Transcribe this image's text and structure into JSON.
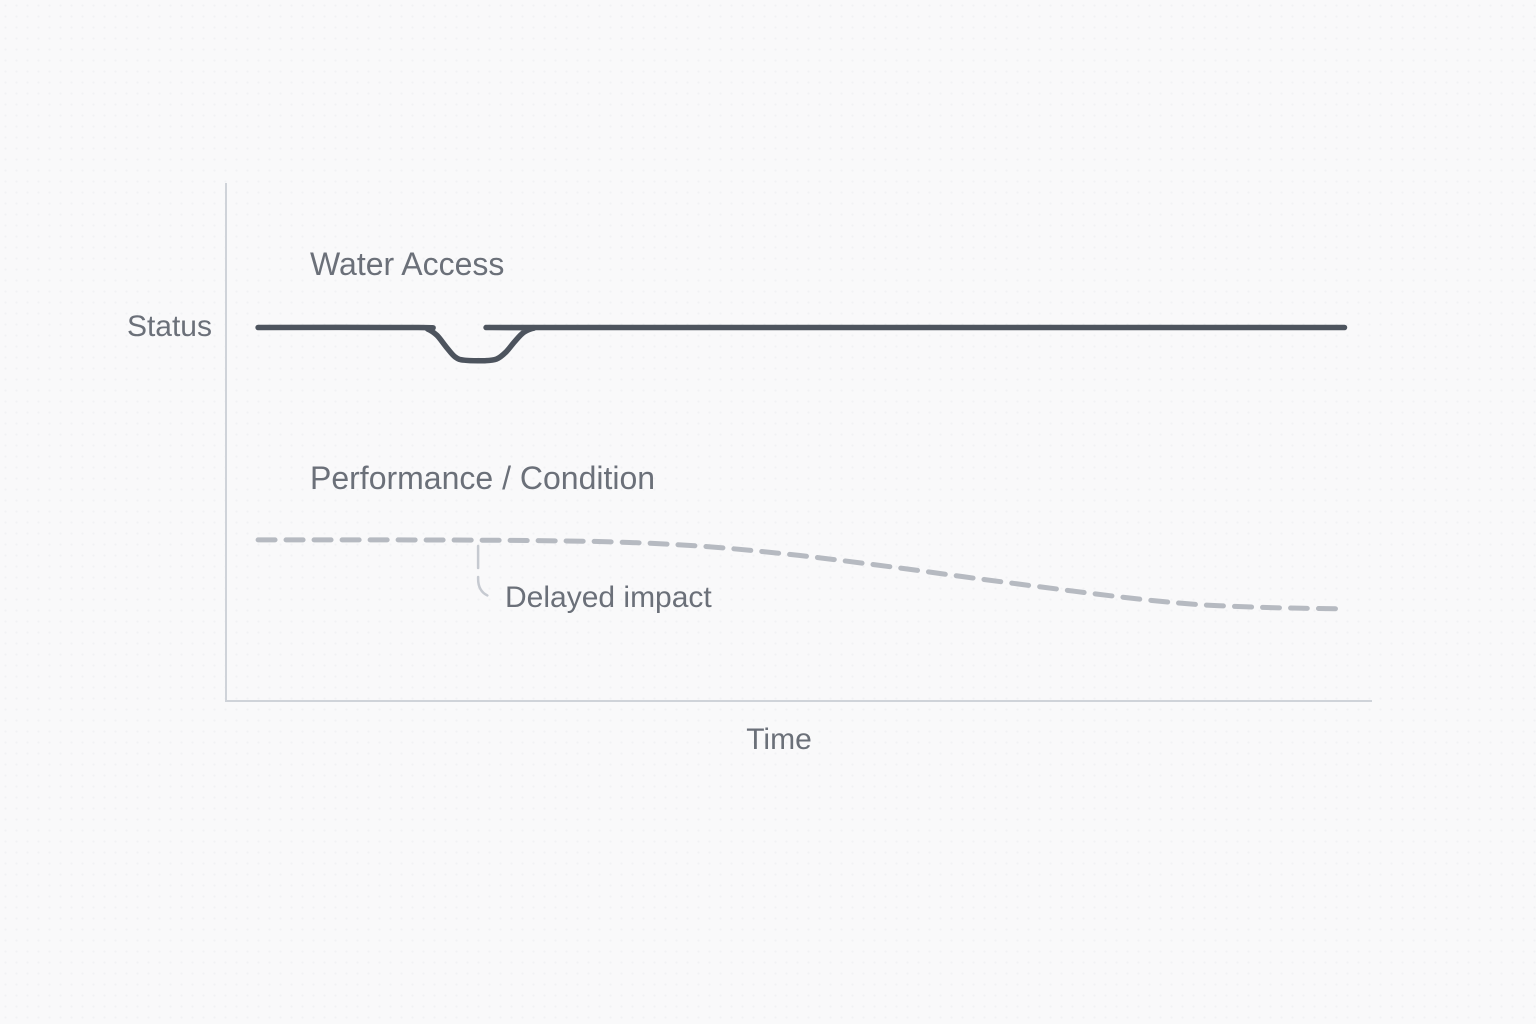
{
  "page": {
    "background_color": "#f9f9fa",
    "text_color": "#6b7079",
    "axis_color": "#cfd3d9"
  },
  "chart_data": {
    "type": "line",
    "title": "",
    "xlabel": "Time",
    "ylabel": "Status",
    "x_axis": {
      "label": "Time",
      "range": [
        0,
        100
      ],
      "ticks": [],
      "tick_labels": []
    },
    "y_axis": {
      "label": "Status",
      "range": [
        0,
        100
      ],
      "ticks": [],
      "tick_labels": []
    },
    "grid": false,
    "legend": "inline-labels",
    "series": [
      {
        "name": "Water Access",
        "style": "solid",
        "color": "#4d545e",
        "description": "Constant high status with one brief temporary dip early in the timeline, then full recovery for the rest of the period",
        "points": [
          [
            2.8,
            72.1
          ],
          [
            16.8,
            72.1
          ],
          [
            17.6,
            71.8
          ],
          [
            18.4,
            70.6
          ],
          [
            19.2,
            68.4
          ],
          [
            20.0,
            66.4
          ],
          [
            20.8,
            65.8
          ],
          [
            22.6,
            65.7
          ],
          [
            23.6,
            66.0
          ],
          [
            24.4,
            67.3
          ],
          [
            25.2,
            69.4
          ],
          [
            26.0,
            71.2
          ],
          [
            26.9,
            72.0
          ],
          [
            28.2,
            72.1
          ],
          [
            97.6,
            72.1
          ]
        ]
      },
      {
        "name": "Performance / Condition",
        "style": "dashed",
        "color": "#b6bac1",
        "description": "Flat at a moderate level, then a gradual delayed decline that settles at a lower plateau",
        "points": [
          [
            2.8,
            31.1
          ],
          [
            15.0,
            31.1
          ],
          [
            25.0,
            31.0
          ],
          [
            34.0,
            30.7
          ],
          [
            42.0,
            29.8
          ],
          [
            50.0,
            28.1
          ],
          [
            58.0,
            25.9
          ],
          [
            66.0,
            23.5
          ],
          [
            74.0,
            21.2
          ],
          [
            80.0,
            19.6
          ],
          [
            85.0,
            18.6
          ],
          [
            90.0,
            18.1
          ],
          [
            94.0,
            17.9
          ],
          [
            97.5,
            17.8
          ]
        ]
      }
    ],
    "annotation": {
      "label": "Delayed impact",
      "anchor_t": 22.0,
      "anchor_s": 30.9,
      "attached_to": "Performance / Condition"
    }
  }
}
